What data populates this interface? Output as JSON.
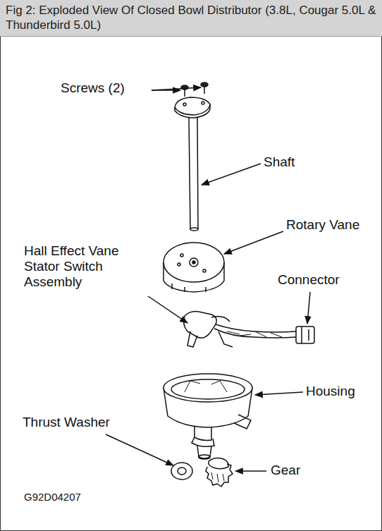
{
  "diagram": {
    "title": "Fig 2: Exploded View Of Closed Bowl Distributor (3.8L, Cougar 5.0L & Thunderbird 5.0L)",
    "labels": [
      "Screws (2)",
      "Shaft",
      "Rotary Vane",
      "Hall Effect Vane Stator Switch Assembly",
      "Connector",
      "Housing",
      "Thrust Washer",
      "Gear",
      "G92D04207"
    ]
  }
}
